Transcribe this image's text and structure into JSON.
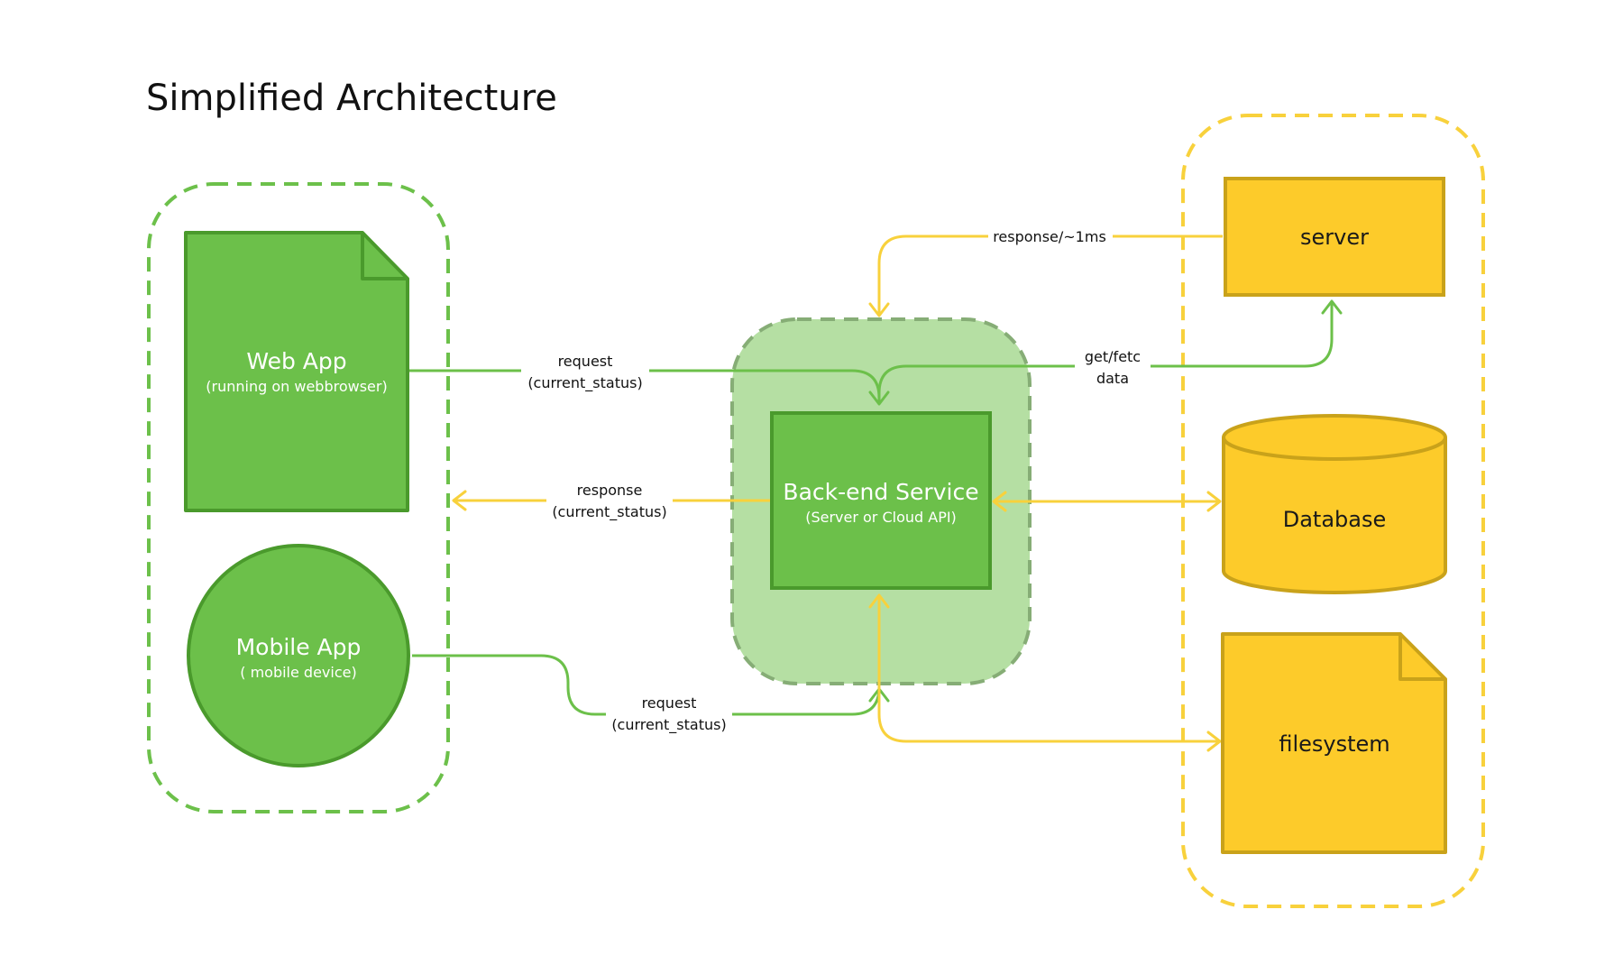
{
  "title": "Simplified Architecture",
  "colors": {
    "green": "#6cc04a",
    "green_dark": "#4a9a2c",
    "green_light": "#b5dfa3",
    "yellow": "#fdcb2a",
    "yellow_dark": "#c9a21a",
    "yellow_line": "#f8d13c"
  },
  "nodes": {
    "web_app": {
      "title": "Web App",
      "subtitle": "(running on webbrowser)"
    },
    "mobile_app": {
      "title": "Mobile App",
      "subtitle": "( mobile device)"
    },
    "backend": {
      "title": "Back-end Service",
      "subtitle": "(Server or Cloud API)"
    },
    "server": {
      "title": "server"
    },
    "database": {
      "title": "Database"
    },
    "filesystem": {
      "title": "filesystem"
    }
  },
  "edges": {
    "web_request": {
      "line1": "request",
      "line2": "(current_status)"
    },
    "response": {
      "line1": "response",
      "line2": "(current_status)"
    },
    "mobile_request": {
      "line1": "request",
      "line2": "(current_status)"
    },
    "server_response": {
      "line1": "response/~1ms"
    },
    "get_fetch": {
      "line1": "get/fetc",
      "line2": "data"
    }
  }
}
